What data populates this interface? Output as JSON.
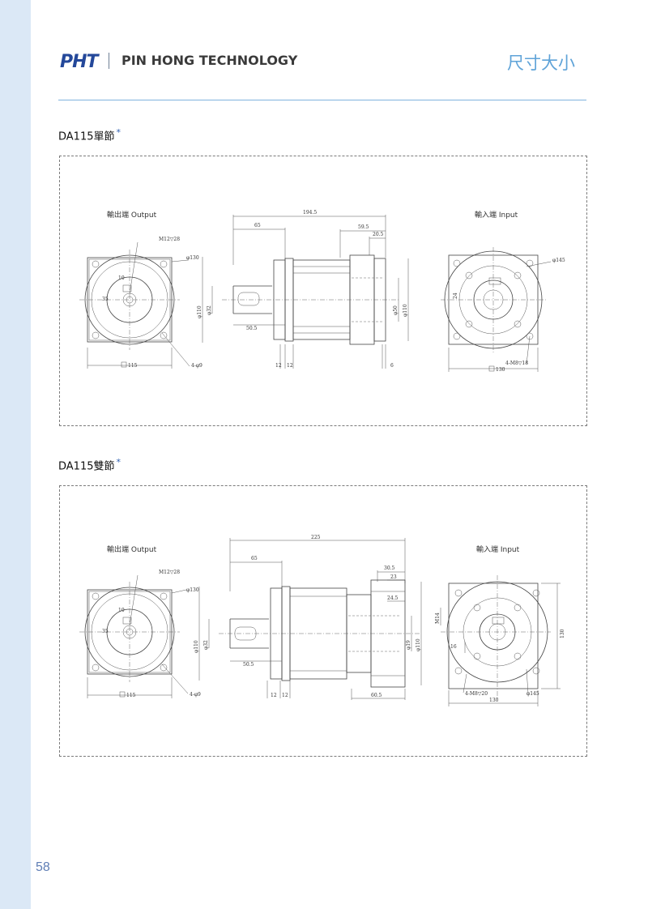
{
  "header": {
    "logo": "PHT",
    "company": "PIN HONG TECHNOLOGY",
    "page_heading": "尺寸大小"
  },
  "page_number": "58",
  "sections": [
    {
      "title": "DA115單節",
      "star": "*",
      "output_label": "輸出端  Output",
      "input_label": "輸入端  Input",
      "dims": {
        "total_length": "194.5",
        "d65": "65",
        "d59_5": "59.5",
        "d20_5": "20.5",
        "thread": "M12▽28",
        "phi130": "φ130",
        "key_width": "10",
        "key_height": "35",
        "square115": "115",
        "holes_out": "4-φ9",
        "shaft_len": "50.5",
        "d12a": "12",
        "d12b": "12",
        "d6": "6",
        "pilot": "φ110",
        "shaft_d": "φ32",
        "in_d1": "φ50",
        "in_d2": "φ110",
        "phi145": "φ145",
        "in_d24": "24",
        "holes_in": "4-M8▽18",
        "square130": "130"
      }
    },
    {
      "title": "DA115雙節",
      "star": "*",
      "output_label": "輸出端  Output",
      "input_label": "輸入端  Input",
      "dims": {
        "total_length": "225",
        "d65": "65",
        "d30_5": "30.5",
        "d23": "23",
        "d24_5": "24.5",
        "thread": "M12▽28",
        "phi130": "φ130",
        "key_width": "10",
        "key_height": "35",
        "square115": "115",
        "holes_out": "4-φ9",
        "shaft_len": "50.5",
        "d12a": "12",
        "d12b": "12",
        "d60_5": "60.5",
        "pilot": "φ110",
        "shaft_d": "φ32",
        "in_d1": "φ19",
        "in_d2": "φ110",
        "m14": "M14",
        "d16": "16",
        "holes_in": "4-M8▽20",
        "phi145": "φ145",
        "square130": "130",
        "side130": "130"
      }
    }
  ]
}
